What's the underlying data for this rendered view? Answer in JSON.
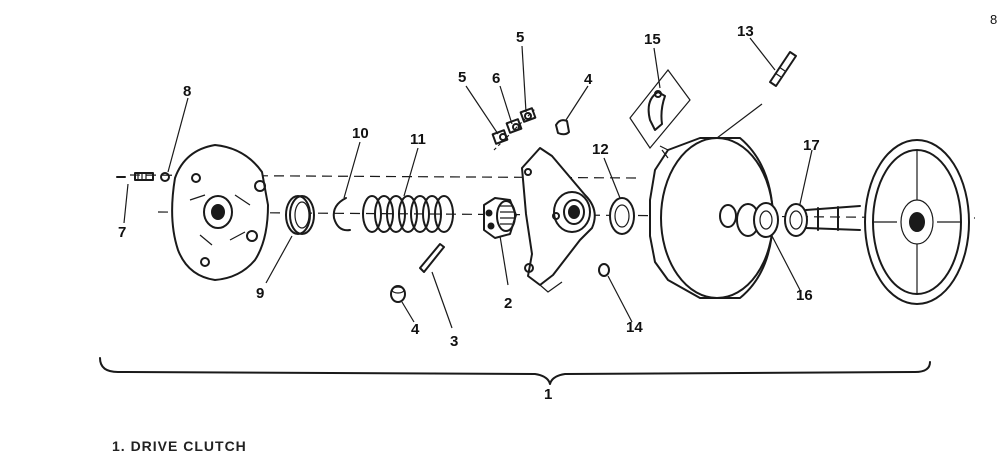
{
  "callouts": {
    "c1": "1",
    "c2": "2",
    "c3": "3",
    "c4a": "4",
    "c4b": "4",
    "c5a": "5",
    "c5b": "5",
    "c6": "6",
    "c7": "7",
    "c8": "8",
    "c9": "9",
    "c10": "10",
    "c11": "11",
    "c12": "12",
    "c13": "13",
    "c14": "14",
    "c15": "15",
    "c16": "16",
    "c17": "17"
  },
  "corner_mark": "8",
  "footer_caption": "1. DRIVE CLUTCH"
}
